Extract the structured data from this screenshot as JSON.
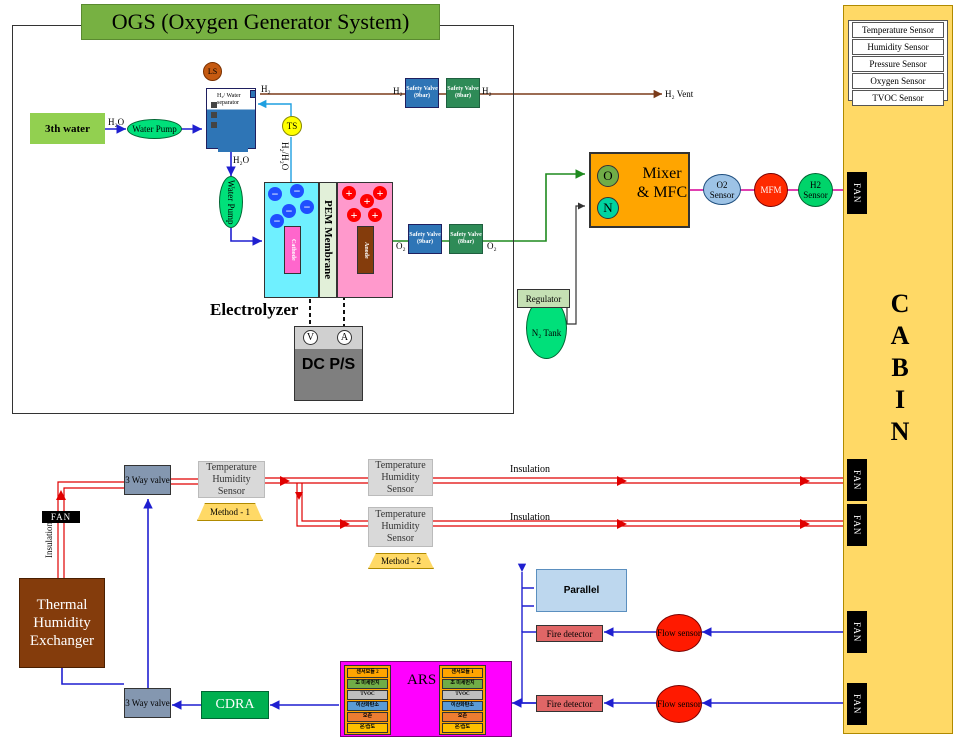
{
  "ogs": {
    "title": "OGS (Oxygen  Generator System)"
  },
  "cabin": {
    "letters": [
      "C",
      "A",
      "B",
      "I",
      "N"
    ],
    "sensors": [
      "Temperature Sensor",
      "Humidity Sensor",
      "Pressure Sensor",
      "Oxygen Sensor",
      "TVOC Sensor"
    ]
  },
  "fan_label": "FAN",
  "water": {
    "source": "3th water",
    "pump1": "Water Pump",
    "pump2": "Water Pump",
    "h2o_1": "H₂O",
    "h2o_2": "H₂O",
    "h2_h2o": "H₂/H₂O"
  },
  "separator": {
    "label": "H₂/ Water separator",
    "ls": "LS",
    "ts": "TS",
    "h2": "H₂"
  },
  "h2_line": {
    "h2_in": "H₂",
    "valve1": "Safety Valve (9bar)",
    "valve2": "Safety Valve (8bar)",
    "h2_out": "H₂",
    "vent": "H₂ Vent"
  },
  "electrolyzer": {
    "label": "Electrolyzer",
    "membrane": "PEM Membrane",
    "cathode": "Cathode",
    "anode": "Anode",
    "minus": "−",
    "plus": "+",
    "o2": "O₂",
    "valve1": "Safety Valve (9bar)",
    "valve2": "Safety Valve (8bar)",
    "o2_out": "O₂"
  },
  "dcps": {
    "label": "DC P/S",
    "v": "V",
    "a": "A"
  },
  "mixer": {
    "label": "Mixer & MFC",
    "o": "O",
    "n": "N"
  },
  "n2": {
    "regulator": "Regulator",
    "tank": "N₂ Tank"
  },
  "cabin_line": {
    "o2_sensor": "O2 Sensor",
    "mfm": "MFM",
    "h2_sensor": "H2 Sensor"
  },
  "thermal": {
    "exchanger": "Thermal Humidity Exchanger",
    "insulation_v": "Insulation",
    "valve_top": "3 Way valve",
    "valve_bottom": "3 Way valve",
    "ths_label": "Temperature Humidity Sensor",
    "method1": "Method - 1",
    "method2": "Method - 2",
    "insulation1": "Insulation",
    "insulation2": "Insulation"
  },
  "ars": {
    "title": "ARS",
    "parallel": "Parallel",
    "fire1": "Fire detector",
    "fire2": "Fire detector",
    "flow1": "Flow sensor",
    "flow2": "Flow sensor",
    "cdra": "CDRA",
    "module2": [
      "센서모듈 2",
      "초 미세먼지",
      "TVOC",
      "이산화탄소",
      "오존",
      "온/습도"
    ],
    "module1": [
      "센서모듈 1",
      "초 미세먼지",
      "TVOC",
      "이산화탄소",
      "오존",
      "온/습도"
    ]
  }
}
